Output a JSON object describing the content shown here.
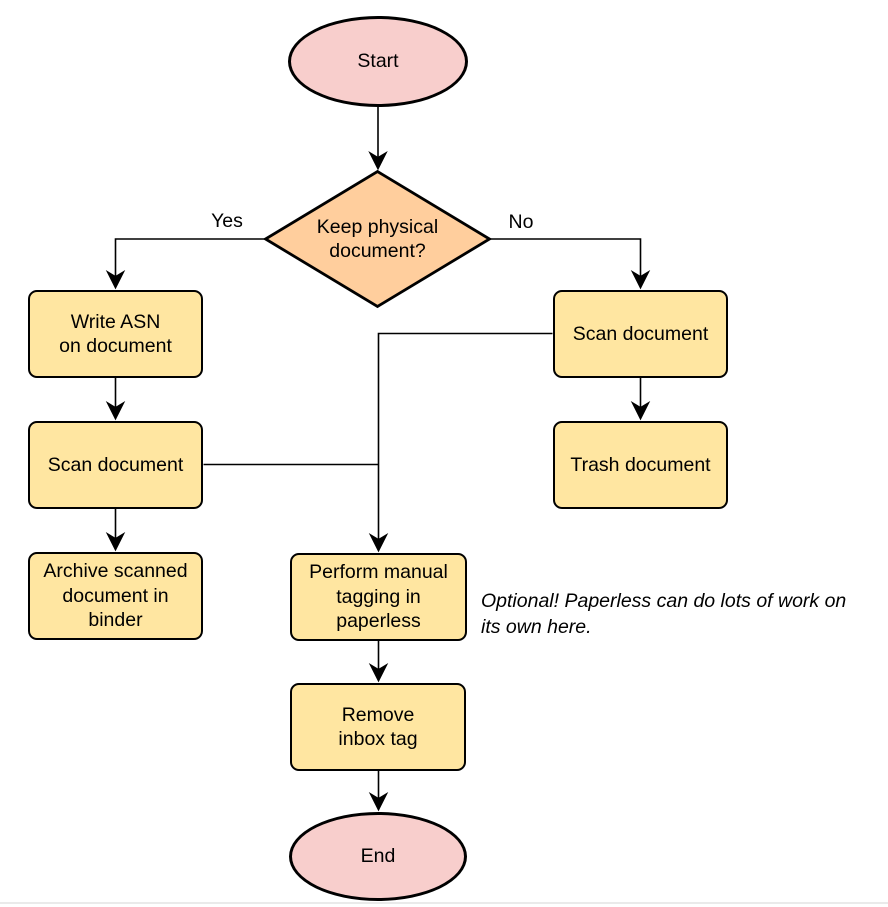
{
  "diagram": {
    "type": "flowchart",
    "nodes": {
      "start": {
        "label": "Start",
        "shape": "terminator",
        "lines": [
          "Start"
        ]
      },
      "decision": {
        "label": "Keep physical document?",
        "shape": "decision",
        "lines": [
          "Keep physical",
          "document?"
        ]
      },
      "write_asn": {
        "label": "Write ASN on document",
        "shape": "process",
        "lines": [
          "Write ASN",
          "on document"
        ]
      },
      "scan_left": {
        "label": "Scan document",
        "shape": "process",
        "lines": [
          "Scan document"
        ]
      },
      "archive": {
        "label": "Archive scanned document in binder",
        "shape": "process",
        "lines": [
          "Archive scanned",
          "document in",
          "binder"
        ]
      },
      "scan_right": {
        "label": "Scan document",
        "shape": "process",
        "lines": [
          "Scan document"
        ]
      },
      "trash": {
        "label": "Trash document",
        "shape": "process",
        "lines": [
          "Trash document"
        ]
      },
      "tagging": {
        "label": "Perform manual tagging in paperless",
        "shape": "process",
        "lines": [
          "Perform manual",
          "tagging in",
          "paperless"
        ]
      },
      "remove_tag": {
        "label": "Remove inbox tag",
        "shape": "process",
        "lines": [
          "Remove",
          "inbox tag"
        ]
      },
      "end": {
        "label": "End",
        "shape": "terminator",
        "lines": [
          "End"
        ]
      }
    },
    "edge_labels": {
      "yes": "Yes",
      "no": "No"
    },
    "note": {
      "text": "Optional! Paperless can do lots of work on its own here.",
      "lines": [
        "Optional! Paperless can do lots of work on",
        "its own here."
      ]
    },
    "colors": {
      "terminator_fill": "#f8cecc",
      "decision_fill": "#ffce9d",
      "process_fill": "#ffe6a1",
      "stroke": "#000000",
      "text": "#000000"
    }
  }
}
